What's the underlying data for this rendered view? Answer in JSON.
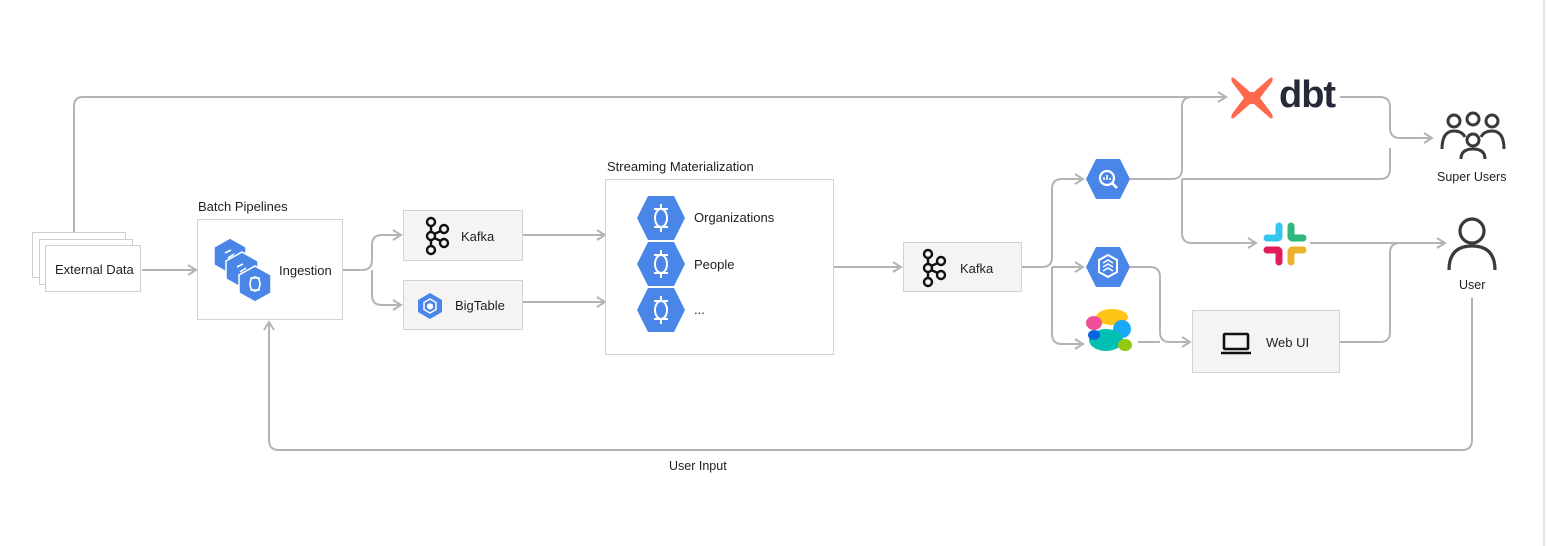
{
  "nodes": {
    "external_data": "External Data",
    "batch_pipelines_title": "Batch Pipelines",
    "ingestion": "Ingestion",
    "kafka_1": "Kafka",
    "bigtable": "BigTable",
    "streaming_title": "Streaming Materialization",
    "stream_items": [
      "Organizations",
      "People",
      "..."
    ],
    "kafka_2": "Kafka",
    "dbt": "dbt",
    "super_users": "Super Users",
    "user": "User",
    "web_ui": "Web UI",
    "user_input": "User Input"
  },
  "colors": {
    "gcp_blue": "#4a86e8",
    "dbt_orange": "#ff694b",
    "arrow_gray": "#b4b4b4",
    "box_fill": "#f4f4f4"
  }
}
